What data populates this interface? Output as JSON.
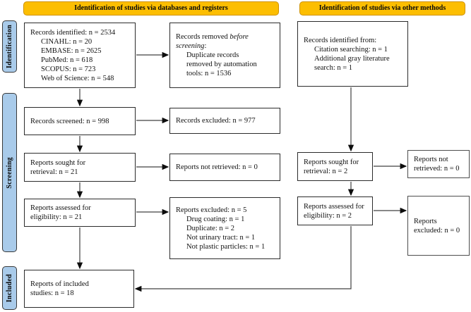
{
  "banners": {
    "left": {
      "label": "Identification of studies via databases and registers"
    },
    "right": {
      "label": "Identification of studies via other methods"
    }
  },
  "sidebar": {
    "items": [
      {
        "label": "Identification"
      },
      {
        "label": "Screening"
      },
      {
        "label": "Included"
      }
    ]
  },
  "boxes": {
    "records_identified_db": {
      "lines": [
        {
          "indent": 0,
          "text": "Records identified: n = 2534"
        },
        {
          "indent": 1,
          "text": "CINAHL: n = 20"
        },
        {
          "indent": 1,
          "text": "EMBASE: n = 2625"
        },
        {
          "indent": 1,
          "text": "PubMed: n = 618"
        },
        {
          "indent": 1,
          "text": "SCOPUS: n = 723"
        },
        {
          "indent": 1,
          "text": "Web of Science: n = 548"
        }
      ]
    },
    "records_removed": {
      "lines": [
        {
          "indent": 0,
          "segments": [
            {
              "text": "Records removed "
            },
            {
              "text": "before",
              "italic": true
            }
          ]
        },
        {
          "indent": 0,
          "segments": [
            {
              "text": "screening",
              "italic": true
            },
            {
              "text": ":"
            }
          ]
        },
        {
          "indent": 1,
          "text": "Duplicate records"
        },
        {
          "indent": 1,
          "text": "removed by automation"
        },
        {
          "indent": 1,
          "text": "tools: n = 1536"
        }
      ]
    },
    "records_screened": {
      "lines": [
        {
          "indent": 0,
          "text": "Records screened: n = 998"
        }
      ]
    },
    "records_excluded": {
      "lines": [
        {
          "indent": 0,
          "text": "Records excluded: n = 977"
        }
      ]
    },
    "reports_sought_db": {
      "lines": [
        {
          "indent": 0,
          "text": "Reports sought for"
        },
        {
          "indent": 0,
          "text": "retrieval: n = 21"
        }
      ]
    },
    "reports_not_retrieved_db": {
      "lines": [
        {
          "indent": 0,
          "text": "Reports not retrieved: n = 0"
        }
      ]
    },
    "reports_assessed_db": {
      "lines": [
        {
          "indent": 0,
          "text": "Reports assessed for"
        },
        {
          "indent": 0,
          "text": "eligibility: n = 21"
        }
      ]
    },
    "reports_excluded_reasons": {
      "lines": [
        {
          "indent": 0,
          "text": "Reports excluded: n = 5"
        },
        {
          "indent": 1,
          "text": "Drug coating: n = 1"
        },
        {
          "indent": 1,
          "text": "Duplicate: n = 2"
        },
        {
          "indent": 1,
          "text": "Not urinary tract: n = 1"
        },
        {
          "indent": 1,
          "text": "Not plastic particles: n = 1"
        }
      ]
    },
    "reports_included": {
      "lines": [
        {
          "indent": 0,
          "text": "Reports of included"
        },
        {
          "indent": 0,
          "text": "studies: n = 18"
        }
      ]
    },
    "records_identified_other": {
      "lines": [
        {
          "indent": 0,
          "text": "Records identified from:"
        },
        {
          "indent": 1,
          "text": "Citation searching: n = 1"
        },
        {
          "indent": 1,
          "text": "Additional gray literature"
        },
        {
          "indent": 1,
          "text": "search: n = 1"
        }
      ]
    },
    "reports_sought_other": {
      "lines": [
        {
          "indent": 0,
          "text": "Reports sought for"
        },
        {
          "indent": 0,
          "text": "retrieval: n = 2"
        }
      ]
    },
    "reports_not_retrieved_other": {
      "lines": [
        {
          "indent": 0,
          "text": "Reports not"
        },
        {
          "indent": 0,
          "text": "retrieved: n = 0"
        }
      ]
    },
    "reports_assessed_other": {
      "lines": [
        {
          "indent": 0,
          "text": "Reports assessed for"
        },
        {
          "indent": 0,
          "text": "eligibility: n = 2"
        }
      ]
    },
    "reports_excluded_other": {
      "lines": [
        {
          "indent": 0,
          "text": "Reports"
        },
        {
          "indent": 0,
          "text": "excluded: n = 0"
        }
      ]
    }
  },
  "colors": {
    "banner_fill": "#FCBE01",
    "banner_border": "#CE9100",
    "sidebar_fill": "#A9CBEA",
    "box_border": "#2b2b2b",
    "arrow_line": "#404040",
    "arrow_head": "#0d0d0d"
  }
}
